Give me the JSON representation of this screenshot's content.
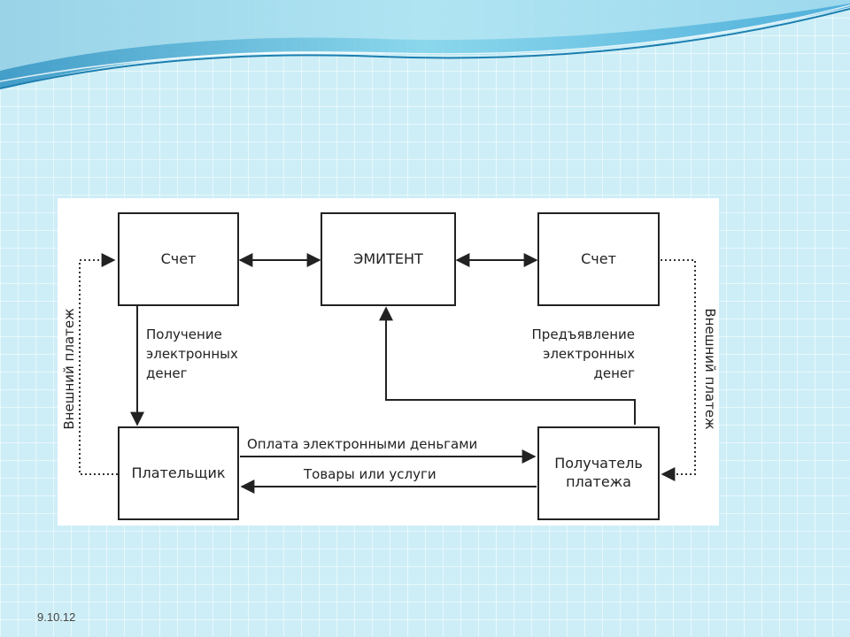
{
  "diagram": {
    "nodes": {
      "account_left": "Счет",
      "issuer": "ЭМИТЕНТ",
      "account_right": "Счет",
      "payer": "Плательщик",
      "recipient": "Получатель платежа"
    },
    "edges": {
      "receive_money": "Получение электронных денег",
      "present_money": "Предъявление электронных денег",
      "pay_emoney": "Оплата электронными деньгами",
      "goods_services": "Товары или услуги",
      "external_payment_left": "Внешний платеж",
      "external_payment_right": "Внешний платеж"
    }
  },
  "footer": {
    "date": "9.10.12"
  }
}
